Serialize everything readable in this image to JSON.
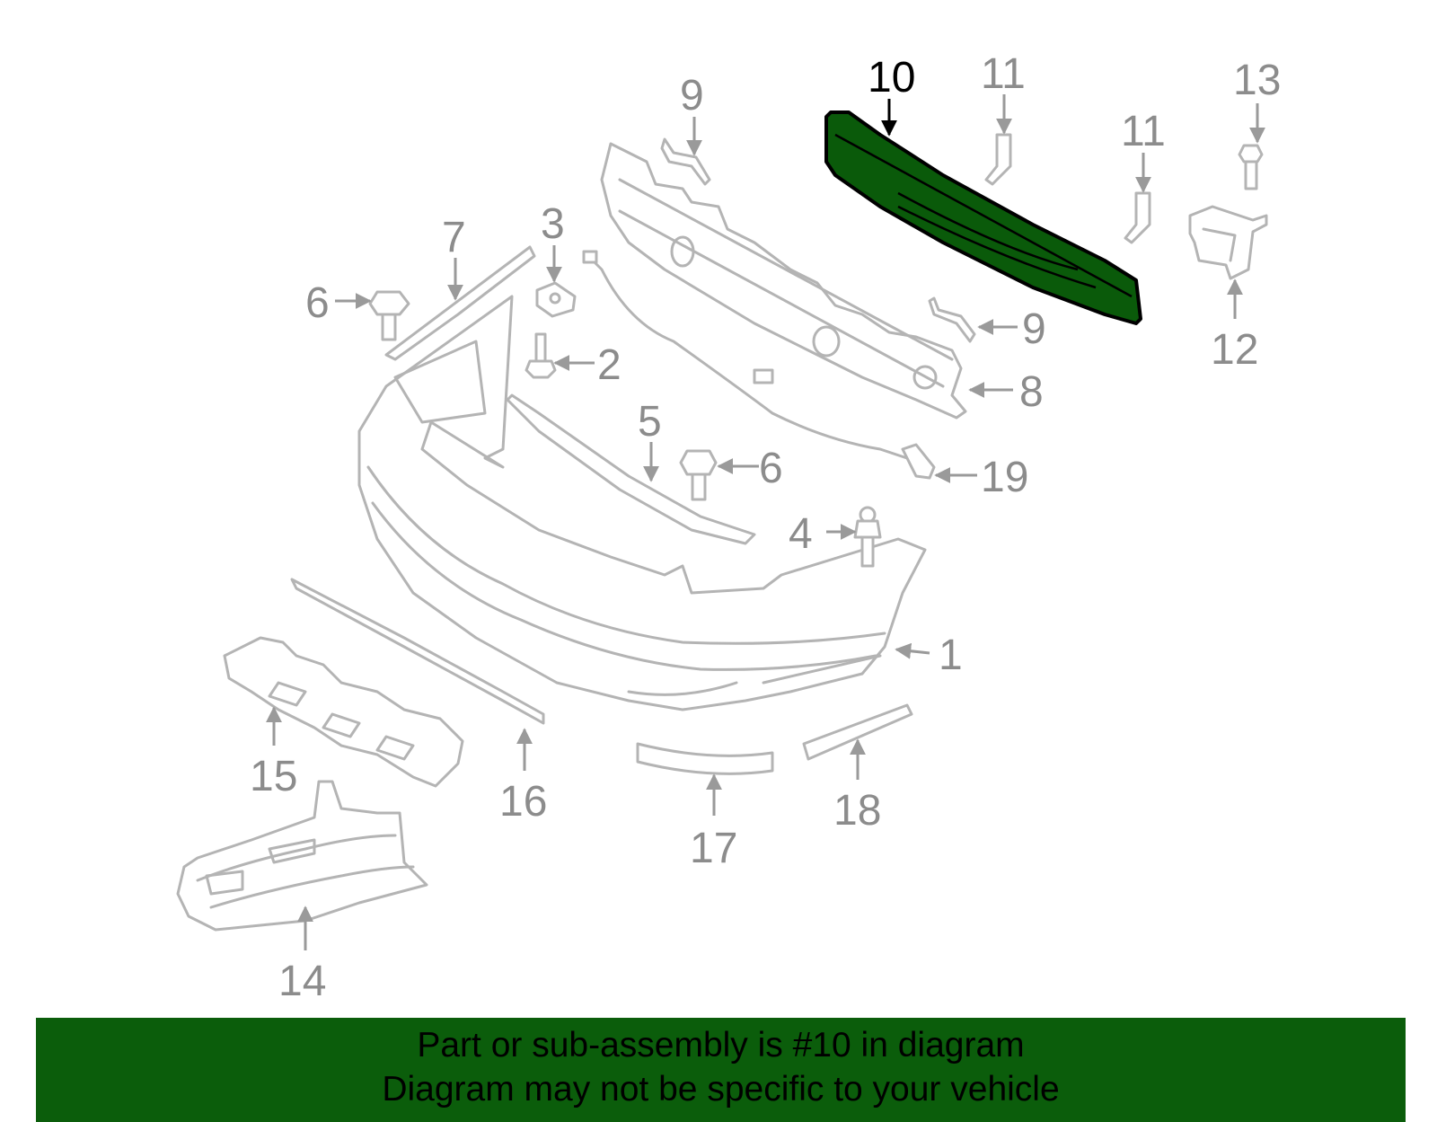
{
  "diagram": {
    "highlighted_part": "10",
    "colors": {
      "highlight": "#0a5a0a",
      "banner": "#0b5d0b",
      "outline": "#b4b4b4",
      "callout_text": "#8c8c8c"
    },
    "callouts": {
      "c1": "1",
      "c2": "2",
      "c3": "3",
      "c4": "4",
      "c5": "5",
      "c6a": "6",
      "c6b": "6",
      "c7": "7",
      "c8": "8",
      "c9a": "9",
      "c9b": "9",
      "c10": "10",
      "c11a": "11",
      "c11b": "11",
      "c12": "12",
      "c13": "13",
      "c14": "14",
      "c15": "15",
      "c16": "16",
      "c17": "17",
      "c18": "18",
      "c19": "19"
    }
  },
  "banner": {
    "line1": "Part or sub-assembly is #10 in diagram",
    "line2": "Diagram may not be specific to your vehicle"
  }
}
